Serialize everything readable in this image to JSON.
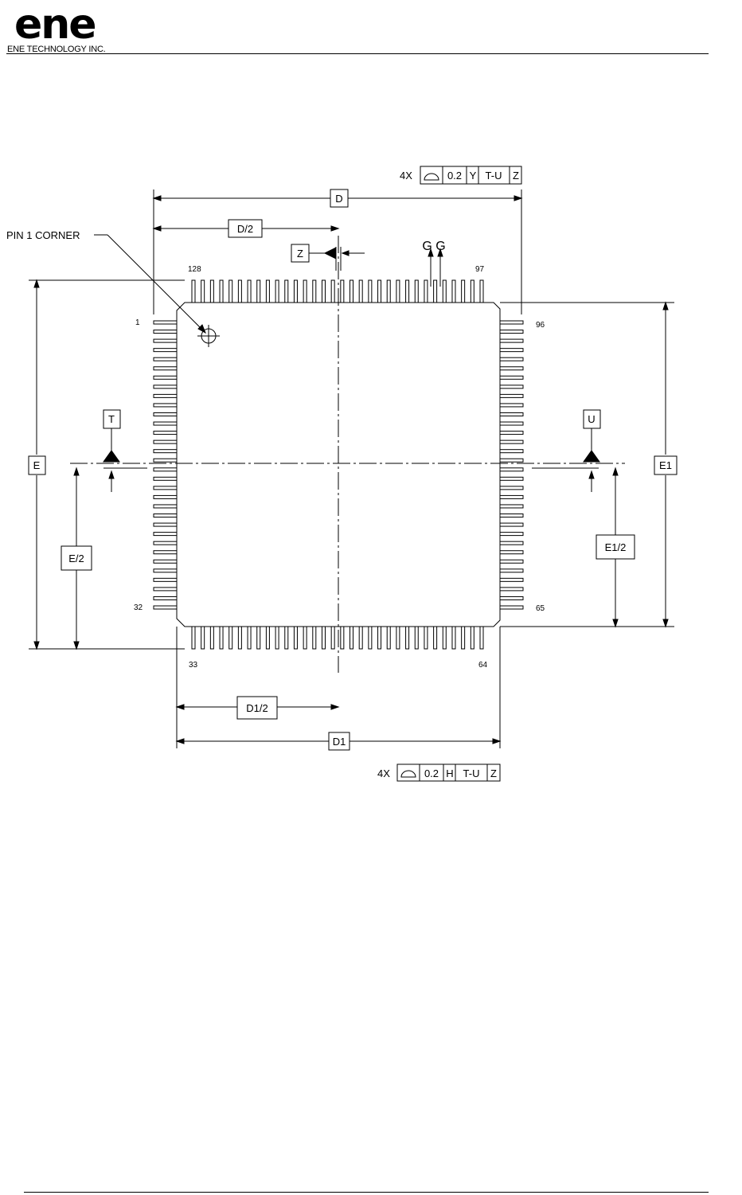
{
  "header": {
    "logo_text": "ene",
    "company": "ENE TECHNOLOGY INC."
  },
  "labels": {
    "pin1": "PIN 1 CORNER",
    "D": "D",
    "D_half": "D/2",
    "D1": "D1",
    "D1_half": "D1/2",
    "E": "E",
    "E_half": "E/2",
    "E1": "E1",
    "E1_half": "E1/2",
    "Z": "Z",
    "T": "T",
    "U": "U",
    "GG": "G G"
  },
  "pins": {
    "top_left": "128",
    "top_right": "97",
    "left_top": "1",
    "left_bottom": "32",
    "right_top": "96",
    "right_bottom": "65",
    "bottom_left": "33",
    "bottom_right": "64"
  },
  "fcf_top": {
    "count": "4X",
    "tol": "0.2",
    "d1": "Y",
    "d2": "T-U",
    "d3": "Z"
  },
  "fcf_bottom": {
    "count": "4X",
    "tol": "0.2",
    "d1": "H",
    "d2": "T-U",
    "d3": "Z"
  },
  "package": {
    "pins_per_side": 32
  }
}
